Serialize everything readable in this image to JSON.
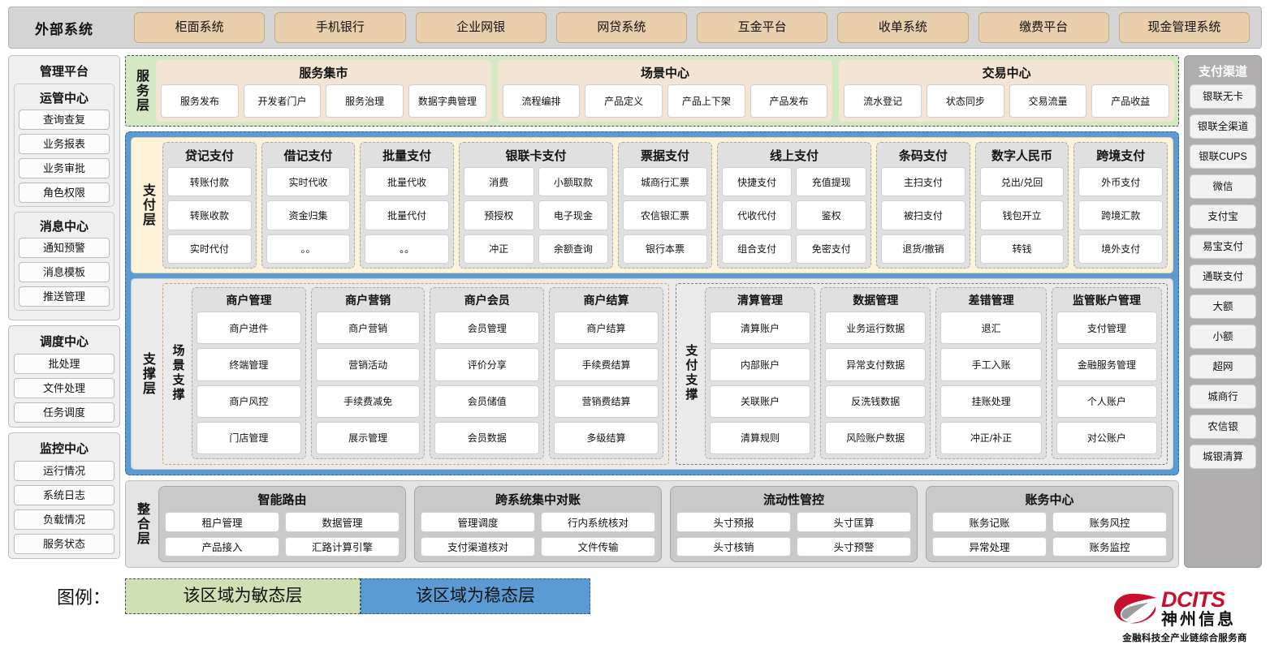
{
  "external": {
    "title": "外部系统",
    "items": [
      "柜面系统",
      "手机银行",
      "企业网银",
      "网贷系统",
      "互金平台",
      "收单系统",
      "缴费平台",
      "现金管理系统"
    ]
  },
  "left_sidebar": {
    "title": "管理平台",
    "groups": [
      {
        "title": "运管中心",
        "items": [
          "查询查复",
          "业务报表",
          "业务审批",
          "角色权限"
        ]
      },
      {
        "title": "消息中心",
        "items": [
          "通知预警",
          "消息模板",
          "推送管理"
        ]
      }
    ],
    "standalone": [
      {
        "title": "调度中心",
        "items": [
          "批处理",
          "文件处理",
          "任务调度"
        ]
      },
      {
        "title": "监控中心",
        "items": [
          "运行情况",
          "系统日志",
          "负载情况",
          "服务状态"
        ]
      }
    ]
  },
  "service_layer": {
    "label": "服务层",
    "groups": [
      {
        "title": "服务集市",
        "items": [
          "服务发布",
          "开发者门户",
          "服务治理",
          "数据字典管理"
        ]
      },
      {
        "title": "场景中心",
        "items": [
          "流程编排",
          "产品定义",
          "产品上下架",
          "产品发布"
        ]
      },
      {
        "title": "交易中心",
        "items": [
          "流水登记",
          "状态同步",
          "交易流量",
          "产品收益"
        ]
      }
    ]
  },
  "payment_layer": {
    "label": "支付层",
    "groups": [
      {
        "title": "贷记支付",
        "cols": 1,
        "rows": [
          [
            "转账付款"
          ],
          [
            "转账收款"
          ],
          [
            "实时代付"
          ]
        ]
      },
      {
        "title": "借记支付",
        "cols": 1,
        "rows": [
          [
            "实时代收"
          ],
          [
            "资金归集"
          ],
          [
            "。。"
          ]
        ]
      },
      {
        "title": "批量支付",
        "cols": 1,
        "rows": [
          [
            "批量代收"
          ],
          [
            "批量代付"
          ],
          [
            "。。"
          ]
        ]
      },
      {
        "title": "银联卡支付",
        "cols": 2,
        "rows": [
          [
            "消费",
            "小额取款"
          ],
          [
            "预授权",
            "电子现金"
          ],
          [
            "冲正",
            "余额查询"
          ]
        ]
      },
      {
        "title": "票据支付",
        "cols": 1,
        "rows": [
          [
            "城商行汇票"
          ],
          [
            "农信银汇票"
          ],
          [
            "银行本票"
          ]
        ]
      },
      {
        "title": "线上支付",
        "cols": 2,
        "rows": [
          [
            "快捷支付",
            "充值提现"
          ],
          [
            "代收代付",
            "鉴权"
          ],
          [
            "组合支付",
            "免密支付"
          ]
        ]
      },
      {
        "title": "条码支付",
        "cols": 1,
        "rows": [
          [
            "主扫支付"
          ],
          [
            "被扫支付"
          ],
          [
            "退货/撤销"
          ]
        ]
      },
      {
        "title": "数字人民币",
        "cols": 1,
        "rows": [
          [
            "兑出/兑回"
          ],
          [
            "钱包开立"
          ],
          [
            "转钱"
          ]
        ]
      },
      {
        "title": "跨境支付",
        "cols": 1,
        "rows": [
          [
            "外币支付"
          ],
          [
            "跨境汇款"
          ],
          [
            "境外支付"
          ]
        ]
      }
    ]
  },
  "support_layer": {
    "label": "支撑层",
    "scene": {
      "label": "场景支撑",
      "cols": [
        {
          "title": "商户管理",
          "items": [
            "商户进件",
            "终端管理",
            "商户风控",
            "门店管理"
          ]
        },
        {
          "title": "商户营销",
          "items": [
            "商户营销",
            "营销活动",
            "手续费减免",
            "展示管理"
          ]
        },
        {
          "title": "商户会员",
          "items": [
            "会员管理",
            "评价分享",
            "会员储值",
            "会员数据"
          ]
        },
        {
          "title": "商户结算",
          "items": [
            "商户结算",
            "手续费结算",
            "营销费结算",
            "多级结算"
          ]
        }
      ]
    },
    "paysup": {
      "label": "支付支撑",
      "cols": [
        {
          "title": "清算管理",
          "items": [
            "清算账户",
            "内部账户",
            "关联账户",
            "清算规则"
          ]
        },
        {
          "title": "数据管理",
          "items": [
            "业务运行数据",
            "异常支付数据",
            "反洗钱数据",
            "风险账户数据"
          ]
        },
        {
          "title": "差错管理",
          "items": [
            "退汇",
            "手工入账",
            "挂账处理",
            "冲正/补正"
          ]
        },
        {
          "title": "监管账户管理",
          "items": [
            "支付管理",
            "金融服务管理",
            "个人账户",
            "对公账户"
          ]
        }
      ]
    }
  },
  "integration_layer": {
    "label": "整合层",
    "groups": [
      {
        "title": "智能路由",
        "rows": [
          [
            "租户管理",
            "数据管理"
          ],
          [
            "产品接入",
            "汇路计算引擎"
          ]
        ]
      },
      {
        "title": "跨系统集中对账",
        "rows": [
          [
            "管理调度",
            "行内系统核对"
          ],
          [
            "支付渠道核对",
            "文件传输"
          ]
        ]
      },
      {
        "title": "流动性管控",
        "rows": [
          [
            "头寸预报",
            "头寸匡算"
          ],
          [
            "头寸核销",
            "头寸预警"
          ]
        ]
      },
      {
        "title": "账务中心",
        "rows": [
          [
            "账务记账",
            "账务风控"
          ],
          [
            "异常处理",
            "账务监控"
          ]
        ]
      }
    ]
  },
  "right_sidebar": {
    "title": "支付渠道",
    "items": [
      "银联无卡",
      "银联全渠道",
      "银联CUPS",
      "微信",
      "支付宝",
      "易宝支付",
      "通联支付",
      "大额",
      "小额",
      "超网",
      "城商行",
      "农信银",
      "城银清算"
    ]
  },
  "legend": {
    "label": "图例：",
    "agile": "该区域为敏态层",
    "stable": "该区域为稳态层"
  },
  "logo": {
    "brand": "DCITS",
    "brand_cn": "神州信息",
    "slogan": "金融科技全产业链综合服务商"
  },
  "colors": {
    "agile_green": "#d5e8c4",
    "stable_blue": "#5b9bd5",
    "payment_yellow": "#fdf3d8",
    "external_tan": "#e9cfac",
    "brand_red": "#c8102e"
  }
}
